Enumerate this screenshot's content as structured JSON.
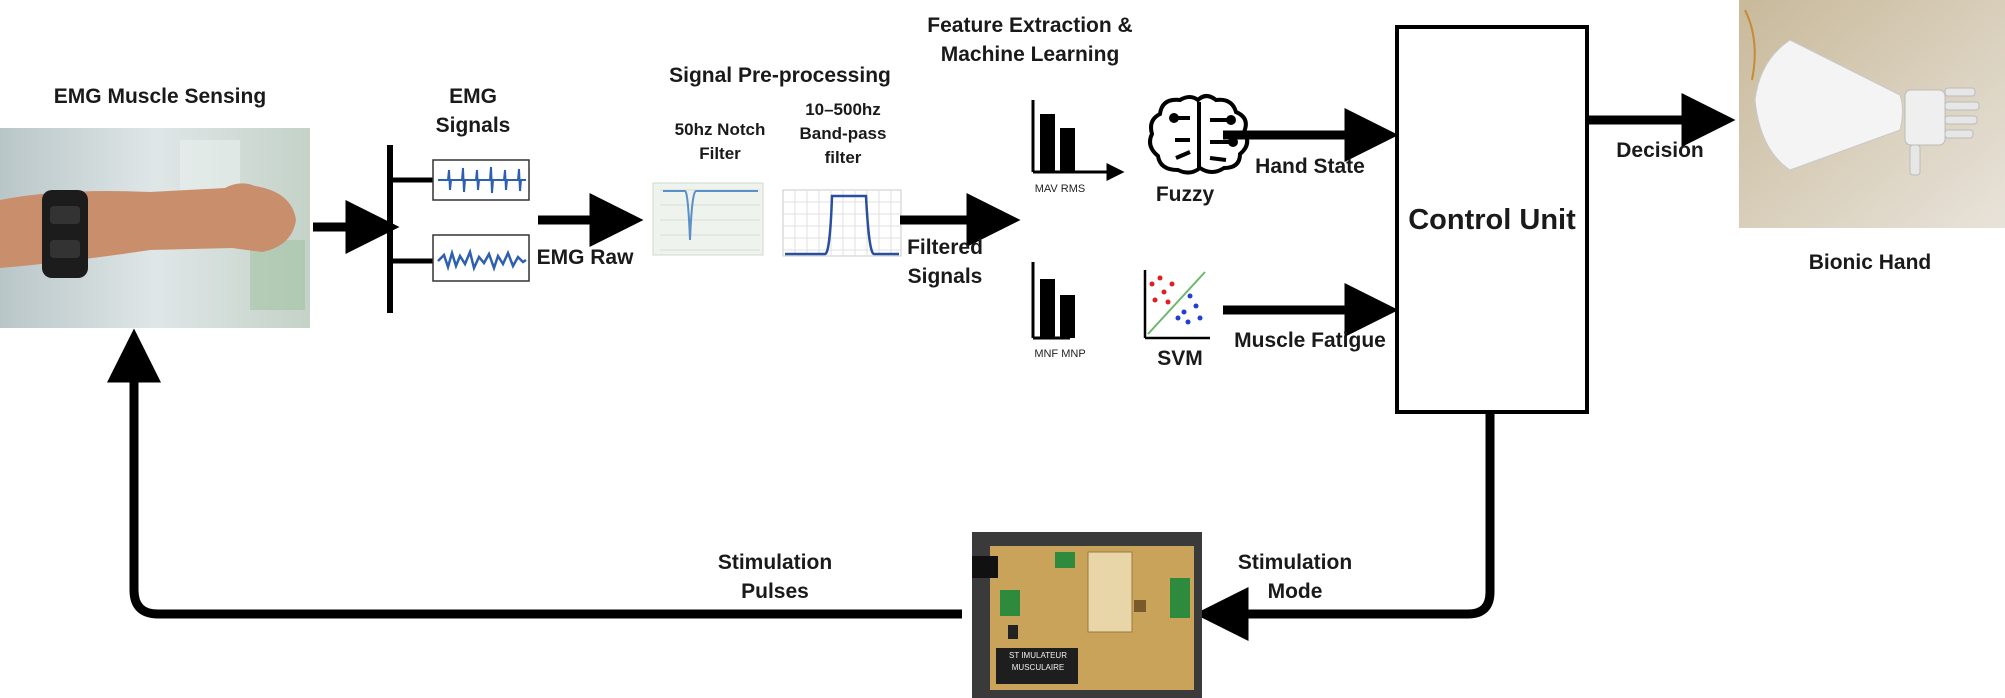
{
  "stages": {
    "sensing": "EMG Muscle Sensing",
    "signals": [
      "EMG",
      "Signals"
    ],
    "raw": "EMG Raw",
    "preprocessing": "Signal Pre-processing",
    "notch": [
      "50hz Notch",
      "Filter"
    ],
    "bandpass": [
      "10–500hz",
      "Band-pass",
      "filter"
    ],
    "filtered": [
      "Filtered",
      "Signals"
    ],
    "feature": [
      "Feature Extraction &",
      "Machine Learning"
    ],
    "fuzzy": "Fuzzy",
    "svm": "SVM",
    "features_top": "MAV RMS",
    "features_bottom": "MNF MNP",
    "hand_state": "Hand State",
    "muscle_fatigue": "Muscle Fatigue",
    "control_unit": "Control Unit",
    "decision": "Decision",
    "bionic_hand": "Bionic Hand",
    "stim_mode": [
      "Stimulation",
      "Mode"
    ],
    "stim_pulses": [
      "Stimulation",
      "Pulses"
    ],
    "board_text": [
      "ST IMULATEUR",
      "MUSCULAIRE"
    ]
  },
  "colors": {
    "arrow": "#000000",
    "signal": "#2f5fb0",
    "svm_red": "#e02020",
    "svm_blue": "#1f3fd0",
    "svm_line": "#6ab86a",
    "pcb": "#c9a35a"
  }
}
